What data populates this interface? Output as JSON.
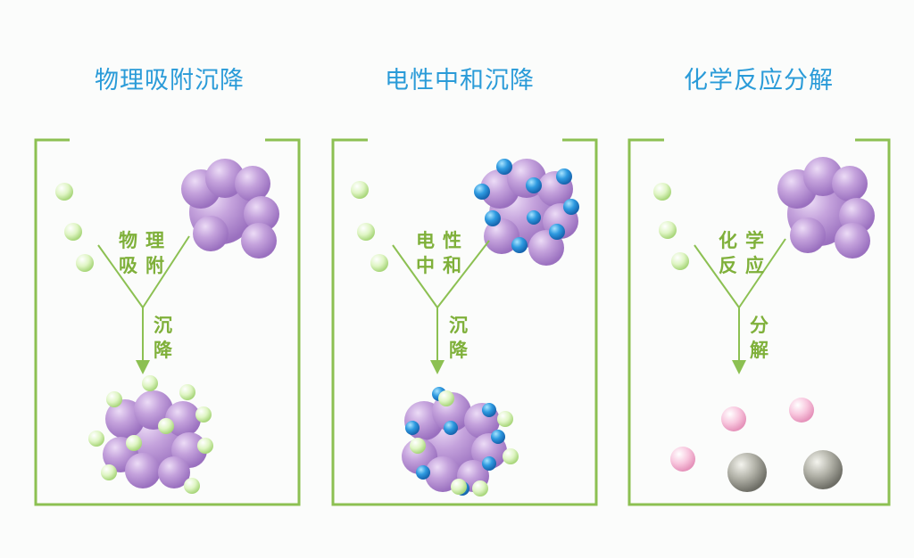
{
  "panels": [
    {
      "title": "物理吸附沉降",
      "upper_label": [
        "物",
        "理",
        "吸",
        "附"
      ],
      "lower_label": [
        "沉",
        "降"
      ]
    },
    {
      "title": "电性中和沉降",
      "upper_label": [
        "电",
        "性",
        "中",
        "和"
      ],
      "lower_label": [
        "沉",
        "降"
      ]
    },
    {
      "title": "化学反应分解",
      "upper_label": [
        "化",
        "学",
        "反",
        "应"
      ],
      "lower_label": [
        "分",
        "解"
      ]
    }
  ],
  "colors": {
    "title": "#2a9bd8",
    "frame": "#8cc052",
    "label": "#7fb03a",
    "purple": "#b48fd0",
    "green_particle": "#d8f2b8",
    "blue_particle": "#2b8fd6",
    "pink_particle": "#f6b8d6",
    "grey_particle": "#9a9a90"
  }
}
